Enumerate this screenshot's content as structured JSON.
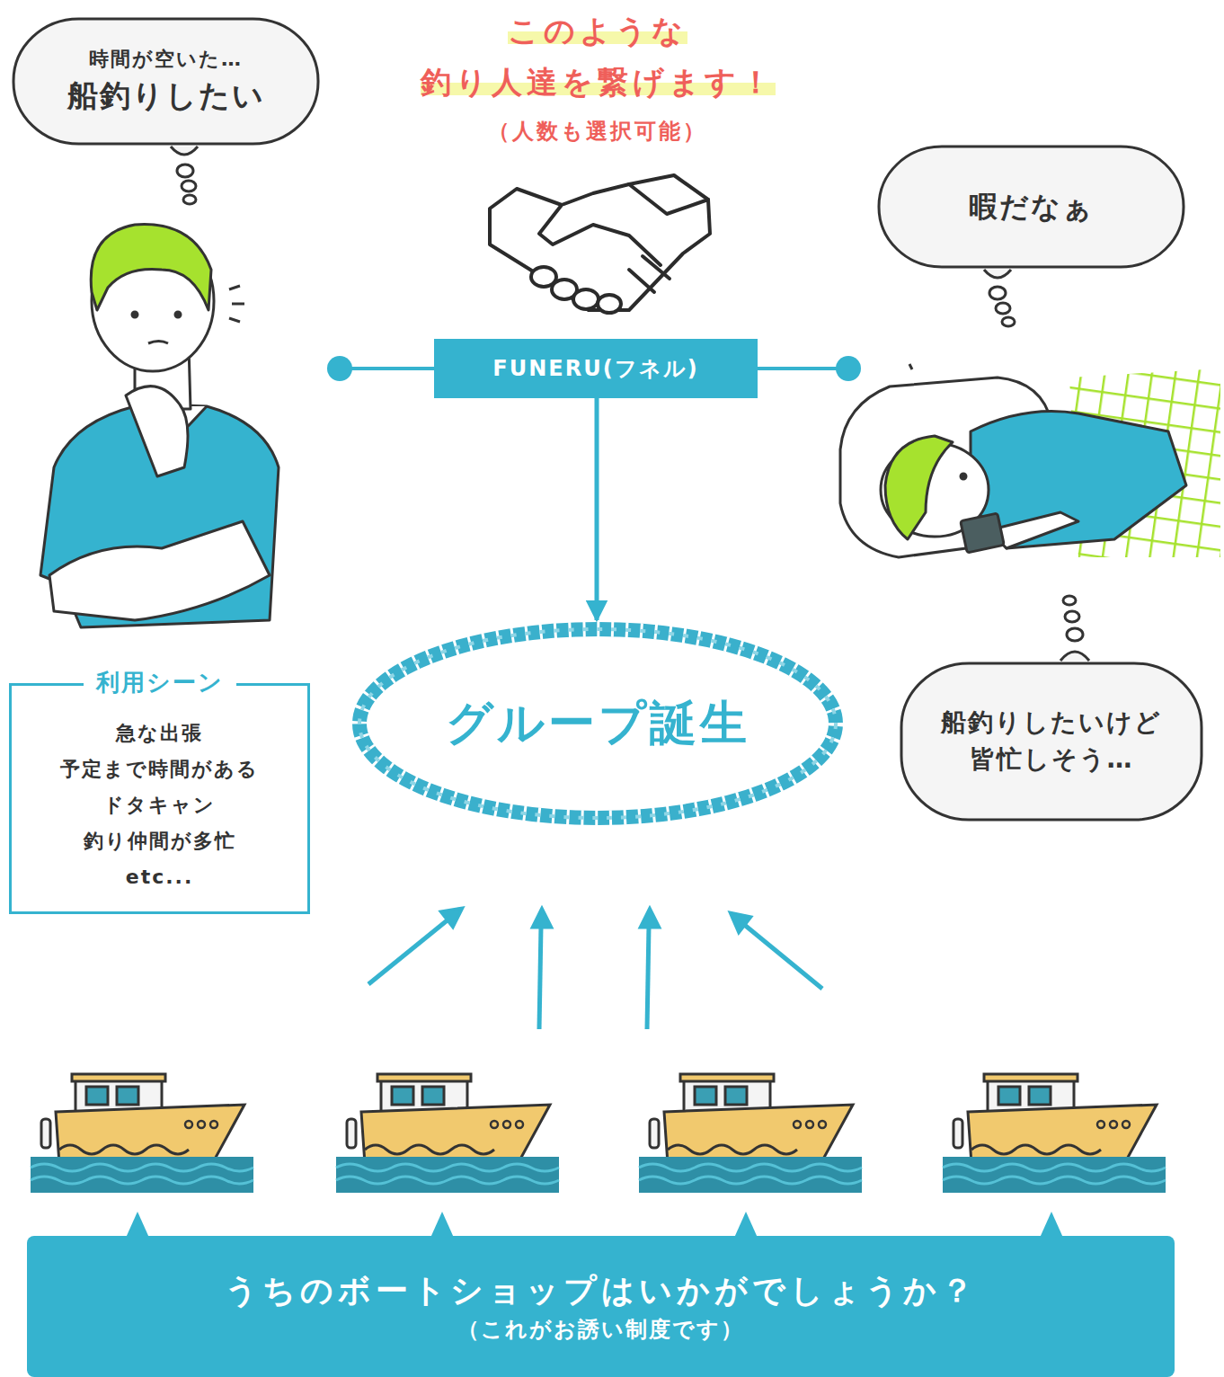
{
  "diagram": {
    "title": "このような 釣り人達を繋げます！",
    "nodes": [
      {
        "text": [
          "時間が空いた…",
          "船釣りしたい"
        ]
      },
      {
        "text": [
          "暇だなぁ"
        ]
      },
      {
        "text": [
          "FUNERU(フネル)"
        ]
      },
      {
        "text": [
          "利用シーン",
          "急な出張",
          "予定まで時間がある",
          "ドタキャン",
          "釣り仲間が多忙",
          "etc..."
        ]
      },
      {
        "text": [
          "グループ誕生"
        ]
      },
      {
        "text": [
          "船釣りしたいけど 皆忙しそう…"
        ]
      },
      {
        "text": [
          "うちのボートショップはいかがでしょうか？",
          "（これがお誘い制度です）"
        ]
      }
    ],
    "edges": [
      {
        "from": 2,
        "to": 4,
        "arrow": "to"
      }
    ],
    "labels": [
      "（人数も選択可能）"
    ]
  }
}
